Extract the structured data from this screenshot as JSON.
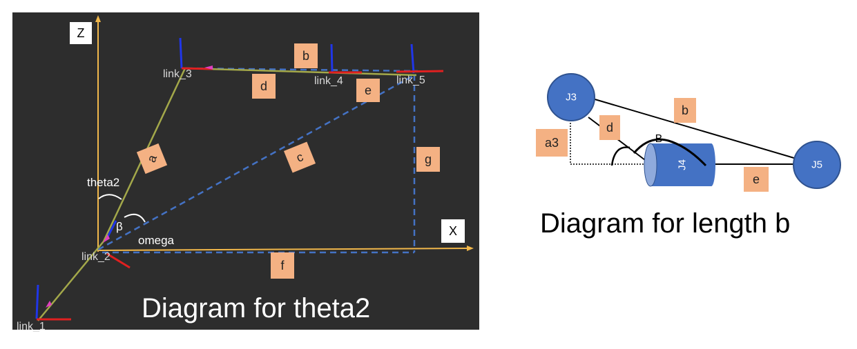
{
  "left_diagram": {
    "axis_z": "Z",
    "axis_x": "X",
    "links": [
      "link_1",
      "link_2",
      "link_3",
      "link_4",
      "link_5"
    ],
    "angles": {
      "theta2": "theta2",
      "beta": "β",
      "omega": "omega"
    },
    "segments": {
      "a": "a",
      "b": "b",
      "c": "c",
      "d": "d",
      "e": "e",
      "f": "f",
      "g": "g"
    },
    "caption": "Diagram for theta2",
    "colors": {
      "background": "#2d2d2d",
      "axis": "#f2b84b",
      "link": "#a3a84a",
      "dashed": "#4472c4",
      "caption": "#ffffff"
    }
  },
  "right_diagram": {
    "joints": {
      "j3": "J3",
      "j4": "J4",
      "j5": "J5"
    },
    "segments": {
      "a3": "a3",
      "b": "b",
      "d": "d",
      "e": "e"
    },
    "angle_label": "B",
    "caption": "Diagram for length b",
    "colors": {
      "joint": "#4472c4",
      "label": "#f4b183",
      "caption": "#000000"
    }
  }
}
